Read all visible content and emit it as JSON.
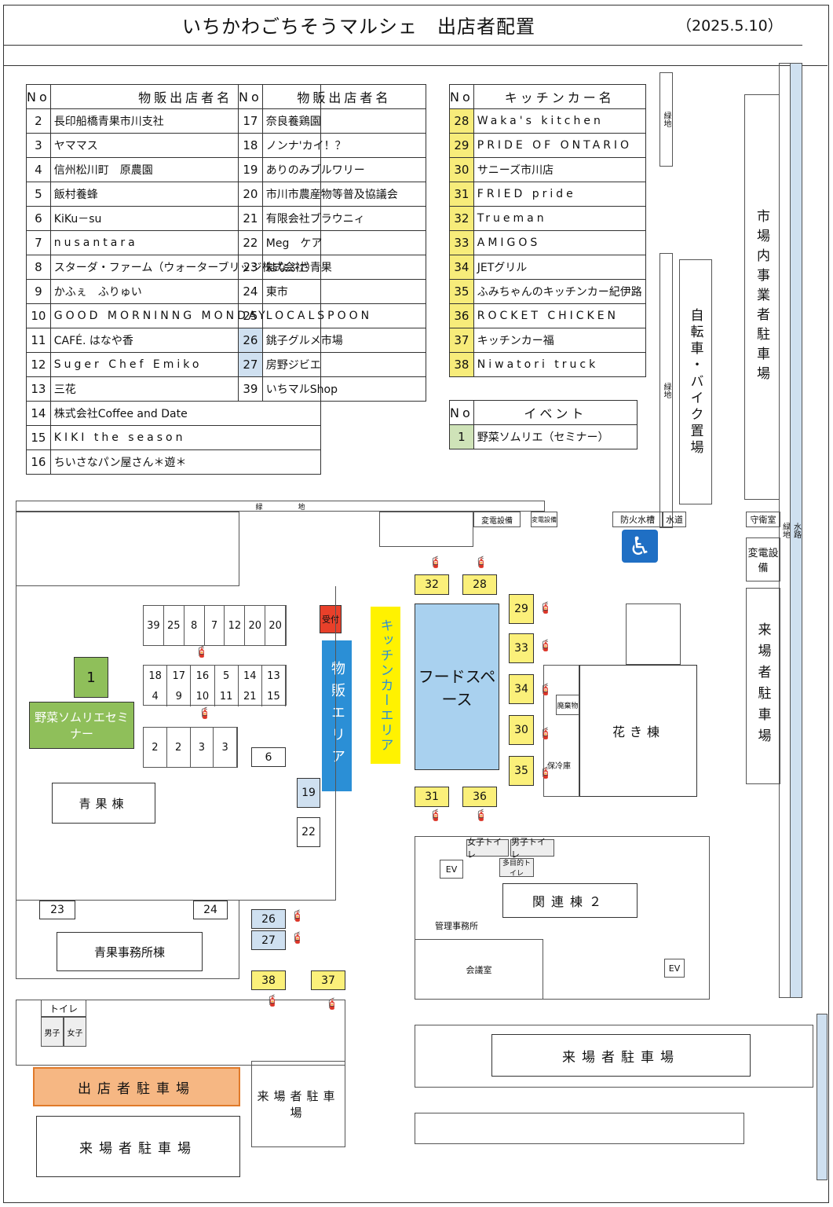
{
  "title": "いちかわごちそうマルシェ　出店者配置",
  "date": "（2025.5.10）",
  "tables": {
    "sales1": {
      "header_no": "No",
      "header_name": "物販出店者名",
      "rows": [
        {
          "no": "2",
          "name": "長印船橋青果市川支社"
        },
        {
          "no": "3",
          "name": "ヤママス"
        },
        {
          "no": "4",
          "name": "信州松川町　原農園"
        },
        {
          "no": "5",
          "name": "飯村養蜂"
        },
        {
          "no": "6",
          "name": "KiKu－su"
        },
        {
          "no": "7",
          "name": "nusantara"
        },
        {
          "no": "8",
          "name": "スターダ・ファーム（ウォーターブリッジ株式会社）"
        },
        {
          "no": "9",
          "name": "かふぇ　ふりゅい"
        },
        {
          "no": "10",
          "name": "GOOD MORNINNG MONDAY"
        },
        {
          "no": "11",
          "name": "CAFÉ. はなや香"
        },
        {
          "no": "12",
          "name": "Suger Chef Emiko"
        },
        {
          "no": "13",
          "name": "三花"
        },
        {
          "no": "14",
          "name": "株式会社Coffee and Date"
        },
        {
          "no": "15",
          "name": "KIKI the season"
        },
        {
          "no": "16",
          "name": "ちいさなパン屋さん＊遊＊"
        }
      ]
    },
    "sales2": {
      "header_no": "No",
      "header_name": "物販出店者名",
      "rows": [
        {
          "no": "17",
          "name": "奈良養鶏園"
        },
        {
          "no": "18",
          "name": "ノンナ'カイ！？"
        },
        {
          "no": "19",
          "name": "ありのみブルワリー"
        },
        {
          "no": "20",
          "name": "市川市農産物等普及協議会"
        },
        {
          "no": "21",
          "name": "有限会社ブラウニィ"
        },
        {
          "no": "22",
          "name": "Meg　ケア"
        },
        {
          "no": "23",
          "name": "はなぶさ青果"
        },
        {
          "no": "24",
          "name": "東市"
        },
        {
          "no": "25",
          "name": "LOCALSPOON"
        },
        {
          "no": "26",
          "name": "銚子グルメ市場"
        },
        {
          "no": "27",
          "name": "房野ジビエ"
        },
        {
          "no": "39",
          "name": "いちマルShop"
        }
      ]
    },
    "kitchen": {
      "header_no": "No",
      "header_name": "キッチンカー名",
      "rows": [
        {
          "no": "28",
          "name": "Waka's kitchen"
        },
        {
          "no": "29",
          "name": "PRIDE OF ONTARIO"
        },
        {
          "no": "30",
          "name": "サニーズ市川店"
        },
        {
          "no": "31",
          "name": "FRIED pride"
        },
        {
          "no": "32",
          "name": "Trueman"
        },
        {
          "no": "33",
          "name": "AMIGOS"
        },
        {
          "no": "34",
          "name": "JETグリル"
        },
        {
          "no": "35",
          "name": "ふみちゃんのキッチンカー紀伊路"
        },
        {
          "no": "36",
          "name": "ROCKET CHICKEN"
        },
        {
          "no": "37",
          "name": "キッチンカー福"
        },
        {
          "no": "38",
          "name": "Niwatori truck"
        }
      ]
    },
    "event": {
      "header_no": "No",
      "header_name": "イベント",
      "rows": [
        {
          "no": "1",
          "name": "野菜ソムリエ（セミナー）"
        }
      ]
    }
  },
  "map": {
    "ryokuchi": "緑地",
    "midori_chi_left": "緑　　　　　地",
    "hentensetsubi": "変電設備",
    "hentensetsubi_small": "変電設備",
    "bouka": "防火水槽",
    "suidou": "水道",
    "shueishitsu": "守衛室",
    "henden2": "変電設備",
    "bicycle": "自転車・バイク置場",
    "shijo_parking": "市場内事業者駐車場",
    "raijo_parking_right": "来場者駐車場",
    "water_path": "水路",
    "ryoku_path": "緑地",
    "uketsuke": "受付",
    "butsuhan_area": "物販エリア",
    "kitchen_area": "キッチンカーエリア",
    "food_space": "フードスペース",
    "hanaki": "花き棟",
    "reizou": "保冷庫",
    "haikihin": "廃棄物",
    "seika": "青果棟",
    "seika_office": "青果事務所棟",
    "kanren": "関連棟２",
    "kanri": "管理事務所",
    "kaigi": "会議室",
    "ev": "EV",
    "toilet_f": "女子トイレ",
    "toilet_m": "男子トイレ",
    "toilet_multi": "多目的トイレ",
    "toilet": "トイレ",
    "male": "男子",
    "female": "女子",
    "vendor_parking": "出店者駐車場",
    "visitor_parking_bl": "来場者駐車場",
    "visitor_parking_mid": "来場者駐車場",
    "visitor_parking_br": "来場者駐車場",
    "event_no": "1",
    "event_label": "野菜ソムリエセミナー",
    "stall_row1": [
      "39",
      "25",
      "8",
      "7",
      "12",
      "20",
      "20"
    ],
    "stall_row2_top": [
      "18",
      "17",
      "16",
      "5",
      "14",
      "13"
    ],
    "stall_row2_bot": [
      "4",
      "9",
      "10",
      "11",
      "21",
      "15"
    ],
    "stall_row3": [
      "2",
      "2",
      "3",
      "3"
    ],
    "s6": "6",
    "s19": "19",
    "s22": "22",
    "s23": "23",
    "s24": "24",
    "s26": "26",
    "s27": "27",
    "k32": "32",
    "k28": "28",
    "k29": "29",
    "k33": "33",
    "k34": "34",
    "k30": "30",
    "k35": "35",
    "k31": "31",
    "k36": "36",
    "k38": "38",
    "k37": "37"
  },
  "colors": {
    "kitchen": "#fbf07a",
    "blue": "#cfe0f0",
    "green": "#8fbf5a",
    "orange": "#f6b783",
    "reception": "#e8402a",
    "area_blue": "#2b8fd6",
    "food": "#a9d1ef"
  }
}
